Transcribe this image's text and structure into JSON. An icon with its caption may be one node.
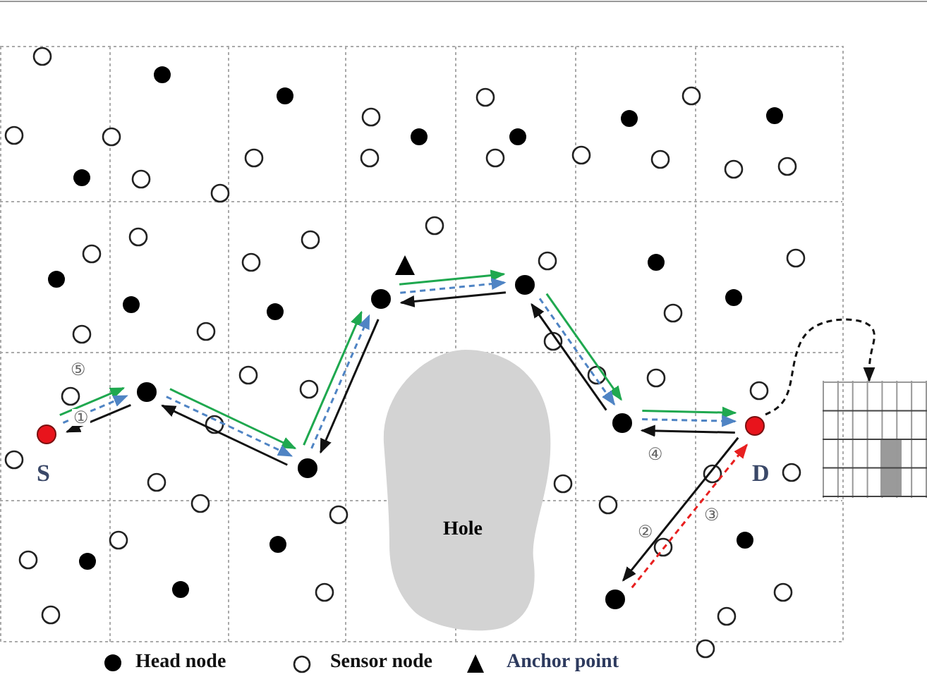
{
  "diagram": {
    "nodes": [
      {
        "text": [],
        "shape": "circle",
        "beside": [
          "S"
        ]
      },
      {
        "text": [],
        "shape": "circle"
      },
      {
        "text": [],
        "shape": "circle"
      },
      {
        "text": [],
        "shape": "circle"
      },
      {
        "text": [],
        "shape": "circle"
      },
      {
        "text": [],
        "shape": "circle"
      },
      {
        "text": [],
        "shape": "circle",
        "beside": [
          "D"
        ]
      },
      {
        "text": [],
        "shape": "circle"
      },
      {
        "text": [],
        "shape": "picture"
      },
      {
        "text": [
          "Hole"
        ]
      }
    ],
    "edges": [
      {
        "from": 0,
        "to": 1,
        "arrow": "to",
        "label": "⑤",
        "color": "#1fa84f"
      },
      {
        "from": 0,
        "to": 1,
        "arrow": "to",
        "label": "①",
        "style": "dashed",
        "color": "#4f84c4"
      },
      {
        "from": 1,
        "to": 0,
        "arrow": "to"
      },
      {
        "from": 1,
        "to": 2,
        "arrow": "to",
        "color": "#1fa84f"
      },
      {
        "from": 1,
        "to": 2,
        "arrow": "to",
        "style": "dashed",
        "color": "#4f84c4"
      },
      {
        "from": 2,
        "to": 1,
        "arrow": "to"
      },
      {
        "from": 2,
        "to": 3,
        "arrow": "to",
        "color": "#1fa84f"
      },
      {
        "from": 2,
        "to": 3,
        "arrow": "to",
        "style": "dashed",
        "color": "#4f84c4"
      },
      {
        "from": 3,
        "to": 2,
        "arrow": "to"
      },
      {
        "from": 3,
        "to": 4,
        "arrow": "to",
        "color": "#1fa84f"
      },
      {
        "from": 3,
        "to": 4,
        "arrow": "to",
        "style": "dashed",
        "color": "#4f84c4"
      },
      {
        "from": 4,
        "to": 3,
        "arrow": "to"
      },
      {
        "from": 4,
        "to": 5,
        "arrow": "to",
        "color": "#1fa84f"
      },
      {
        "from": 4,
        "to": 5,
        "arrow": "to",
        "style": "dashed",
        "color": "#4f84c4"
      },
      {
        "from": 5,
        "to": 4,
        "arrow": "to"
      },
      {
        "from": 5,
        "to": 6,
        "arrow": "to",
        "color": "#1fa84f"
      },
      {
        "from": 5,
        "to": 6,
        "arrow": "to",
        "style": "dashed",
        "color": "#4f84c4"
      },
      {
        "from": 6,
        "to": 5,
        "arrow": "to",
        "label": "④"
      },
      {
        "from": 6,
        "to": 7,
        "arrow": "to",
        "label": "②"
      },
      {
        "from": 7,
        "to": 6,
        "arrow": "to",
        "label": "③",
        "style": "dashed",
        "color": "#e82020"
      },
      {
        "from": 6,
        "to": 8,
        "arrow": "to",
        "style": "dashed"
      }
    ],
    "legend": [
      {
        "text": "Head node"
      },
      {
        "text": "Sensor node"
      },
      {
        "text": "Anchor point"
      }
    ]
  }
}
